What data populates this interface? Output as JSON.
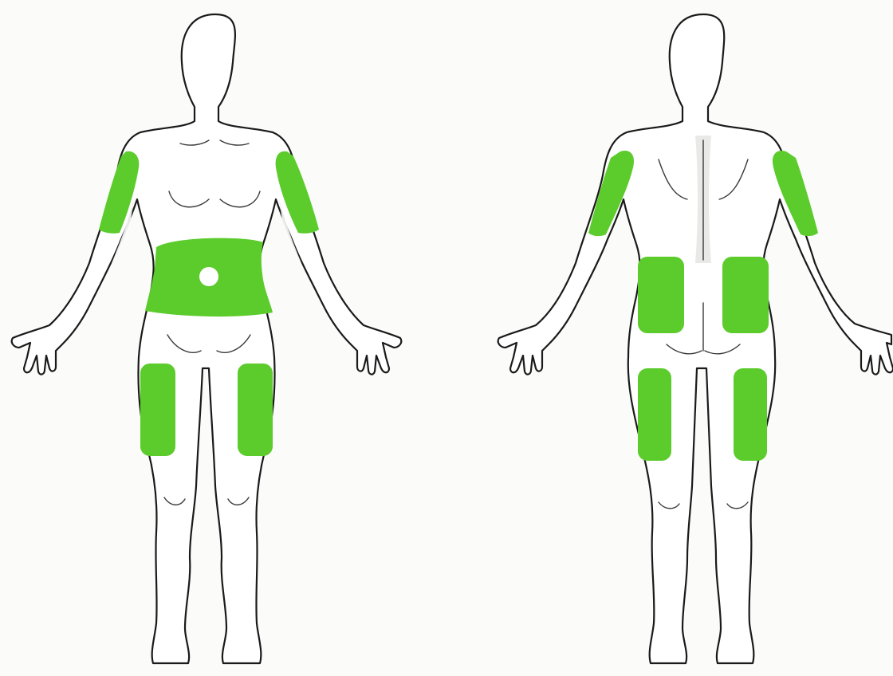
{
  "colors": {
    "zone_fill": "#5ccb2c",
    "outline": "#1a1a1a",
    "skin": "#ffffff",
    "background": "#fbfbf9"
  },
  "figures": [
    {
      "view": "front",
      "zones": [
        "upper-arm-right",
        "upper-arm-left",
        "abdomen",
        "thigh-right",
        "thigh-left"
      ]
    },
    {
      "view": "back",
      "zones": [
        "upper-arm-left",
        "upper-arm-right",
        "buttock-upper-left",
        "buttock-upper-right",
        "thigh-back-left",
        "thigh-back-right"
      ]
    }
  ]
}
